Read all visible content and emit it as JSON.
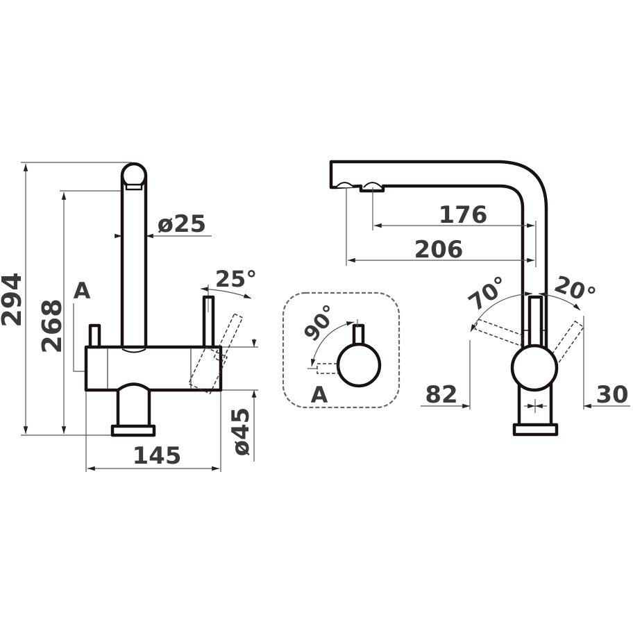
{
  "side_view": {
    "height_total": "294",
    "height_spout": "268",
    "spout_diameter": "ø25",
    "detail_marker": "A",
    "lever_angle": "25°",
    "body_diameter": "ø45",
    "body_width": "145"
  },
  "detail_a": {
    "angle": "90°",
    "label": "A"
  },
  "front_view": {
    "reach_inner": "176",
    "reach_outer": "206",
    "angle_left": "70°",
    "angle_right": "20°",
    "offset_left": "82",
    "offset_right": "30"
  }
}
